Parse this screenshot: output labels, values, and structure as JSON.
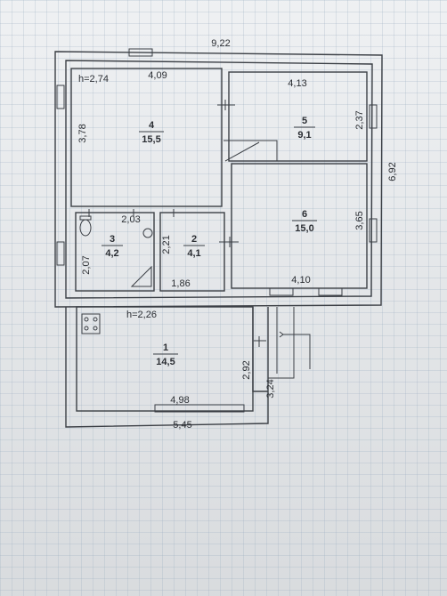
{
  "plan": {
    "overall_width": "9,22",
    "overall_depth": "6,92",
    "ceiling_main": "h=2,74",
    "ceiling_annex": "h=2,26",
    "rooms": [
      {
        "number": "1",
        "area": "14,5"
      },
      {
        "number": "2",
        "area": "4,1"
      },
      {
        "number": "3",
        "area": "4,2"
      },
      {
        "number": "4",
        "area": "15,5"
      },
      {
        "number": "5",
        "area": "9,1"
      },
      {
        "number": "6",
        "area": "15,0"
      }
    ],
    "dimensions": {
      "room4_width": "4,09",
      "room4_depth": "3,78",
      "room5_width": "4,13",
      "room5_depth": "2,37",
      "room6_depth": "3,65",
      "room6_width": "4,10",
      "room3_width": "2,03",
      "room3_depth": "2,07",
      "room2_depth": "2,21",
      "room2_width": "1,86",
      "annex_inner_width": "4,98",
      "annex_outer_width": "5,45",
      "annex_inner_depth": "2,92",
      "annex_outer_depth": "3,24"
    }
  },
  "colors": {
    "paper": "#e6e9ec",
    "ink": "#3b3f45"
  }
}
